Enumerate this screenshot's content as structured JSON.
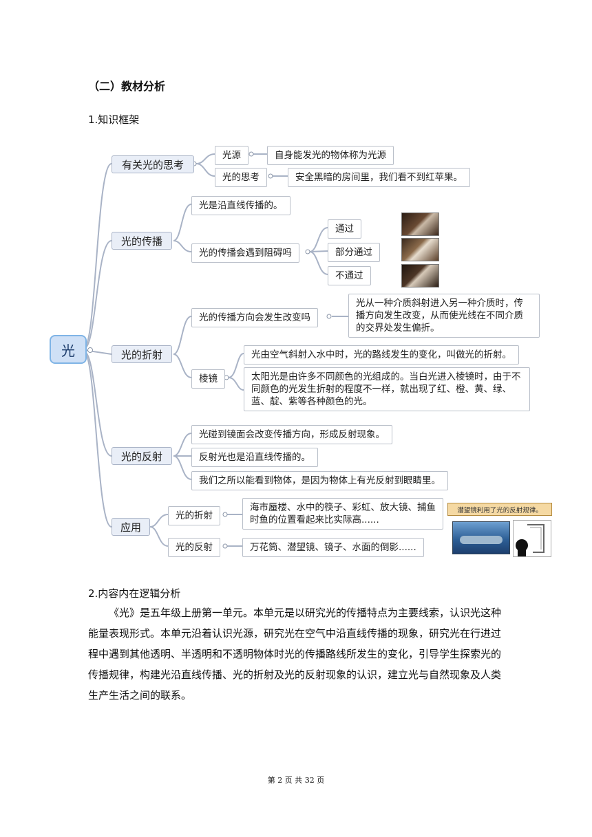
{
  "headings": {
    "section": "（二）教材分析",
    "sub1": "1.知识框架",
    "sub2": "2.内容内在逻辑分析"
  },
  "mindmap": {
    "root": "光",
    "branches": {
      "think": {
        "label": "有关光的思考",
        "light_source": "光源",
        "light_source_def": "自身能发光的物体称为光源",
        "thinking": "光的思考",
        "thinking_def": "安全黑暗的房间里，我们看不到红苹果。"
      },
      "propagation": {
        "label": "光的传播",
        "straight": "光是沿直线传播的。",
        "obstacle": "光的传播会遇到阻碍吗",
        "pass": "通过",
        "partial": "部分通过",
        "block": "不通过"
      },
      "refraction": {
        "label": "光的折射",
        "direction_change": "光的传播方向会发生改变吗",
        "direction_def": "光从一种介质斜射进入另一种介质时，传播方向发生改变，从而使光线在不同介质的交界处发生偏折。",
        "prism": "棱镜",
        "refraction_def": "光由空气斜射入水中时，光的路线发生的变化，叫做光的折射。",
        "prism_def": "太阳光是由许多不同颜色的光组成的。当白光进入棱镜时，由于不同颜色的光发生折射的程度不一样，就出现了红、橙、黄、绿、蓝、靛、紫等各种颜色的光。"
      },
      "reflection": {
        "label": "光的反射",
        "mirror": "光碰到镜面会改变传播方向，形成反射现象。",
        "straight": "反射光也是沿直线传播的。",
        "see": "我们之所以能看到物体，是因为物体上有光反射到眼睛里。"
      },
      "application": {
        "label": "应用",
        "refraction": "光的折射",
        "refraction_examples": "海市蜃楼、水中的筷子、彩虹、放大镜、捕鱼时鱼的位置看起来比实际高......",
        "reflection": "光的反射",
        "reflection_examples": "万花筒、潜望镜、镜子、水面的倒影......",
        "periscope_caption": "潜望镜利用了光的反射规律。"
      }
    }
  },
  "paragraph": "《光》是五年级上册第一单元。本单元是以研究光的传播特点为主要线索，认识光这种能量表现形式。本单元沿着认识光源，研究光在空气中沿直线传播的现象，研究光在行进过程中遇到其他透明、半透明和不透明物体时光的传播路线所发生的变化，引导学生探索光的传播规律，构建光沿直线传播、光的折射及光的反射现象的认识，建立光与自然现象及人类生产生活之间的联系。",
  "footer": "第 2 页  共 32 页",
  "colors": {
    "connector": "#a9b3c6",
    "root_border": "#7fb4e6",
    "root_fill": "#cfe0f6"
  }
}
